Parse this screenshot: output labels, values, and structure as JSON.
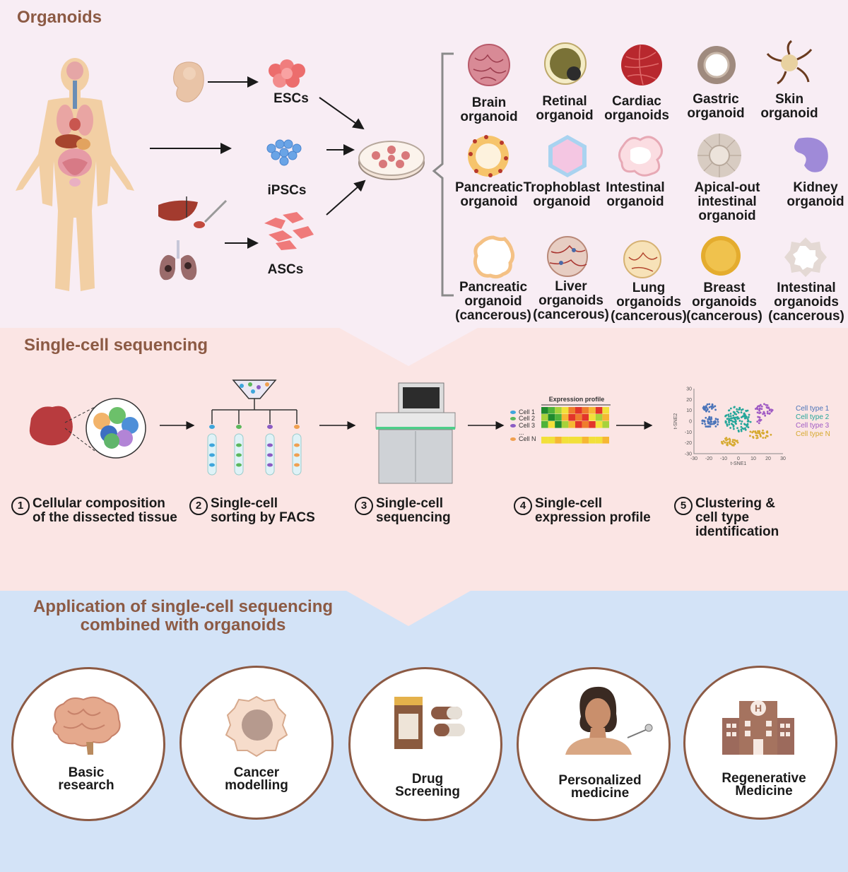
{
  "sections": {
    "organoids_title": "Organoids",
    "sequencing_title": "Single-cell sequencing",
    "application_title": "Application of single-cell sequencing combined with organoids"
  },
  "stem_cells": {
    "esc": "ESCs",
    "ipsc": "iPSCs",
    "asc": "ASCs"
  },
  "organoids": [
    {
      "line1": "Brain",
      "line2": "organoid",
      "line3": ""
    },
    {
      "line1": "Retinal",
      "line2": "organoid",
      "line3": ""
    },
    {
      "line1": "Cardiac",
      "line2": "organoids",
      "line3": ""
    },
    {
      "line1": "Gastric",
      "line2": "organoid",
      "line3": ""
    },
    {
      "line1": "Skin",
      "line2": "organoid",
      "line3": ""
    },
    {
      "line1": "Pancreatic",
      "line2": "organoid",
      "line3": ""
    },
    {
      "line1": "Trophoblast",
      "line2": "organoid",
      "line3": ""
    },
    {
      "line1": "Intestinal",
      "line2": "organoid",
      "line3": ""
    },
    {
      "line1": "Apical-out",
      "line2": "intestinal",
      "line3": "organoid"
    },
    {
      "line1": "Kidney",
      "line2": "organoid",
      "line3": ""
    },
    {
      "line1": "Pancreatic",
      "line2": "organoid",
      "line3": "(cancerous)"
    },
    {
      "line1": "Liver",
      "line2": "organoids",
      "line3": "(cancerous)"
    },
    {
      "line1": "Lung",
      "line2": "organoids",
      "line3": "(cancerous)"
    },
    {
      "line1": "Breast",
      "line2": "organoids",
      "line3": "(cancerous)"
    },
    {
      "line1": "Intestinal",
      "line2": "organoids",
      "line3": "(cancerous)"
    }
  ],
  "steps": [
    {
      "num": "1",
      "text": "Cellular composition\nof the dissected tissue"
    },
    {
      "num": "2",
      "text": "Single-cell\nsorting by FACS"
    },
    {
      "num": "3",
      "text": "Single-cell\nsequencing"
    },
    {
      "num": "4",
      "text": "Single-cell\nexpression profile"
    },
    {
      "num": "5",
      "text": "Clustering &\ncell type\nidentification"
    }
  ],
  "heatmap": {
    "title": "Expression profile",
    "rows": [
      "Cell 1",
      "Cell 2",
      "Cell 3",
      "...",
      "Cell N"
    ]
  },
  "tsne": {
    "xlabel": "t-SNE1",
    "ylabel": "t-SNE2",
    "xticks": [
      "-30",
      "-20",
      "-10",
      "0",
      "10",
      "20",
      "30"
    ],
    "yticks": [
      "30",
      "20",
      "10",
      "0",
      "-10",
      "-20",
      "-30"
    ],
    "legend": [
      {
        "name": "Cell type 1",
        "color": "#4b74b9"
      },
      {
        "name": "Cell type 2",
        "color": "#26a69a"
      },
      {
        "name": "Cell type 3",
        "color": "#a05bc4"
      },
      {
        "name": "Cell type N",
        "color": "#d6a92e"
      }
    ]
  },
  "applications": [
    {
      "line1": "Basic",
      "line2": "research",
      "icon": "brain-icon"
    },
    {
      "line1": "Cancer",
      "line2": "modelling",
      "icon": "cancer-cell-icon"
    },
    {
      "line1": "Drug",
      "line2": "Screening",
      "icon": "pill-bottle-icon"
    },
    {
      "line1": "Personalized",
      "line2": "medicine",
      "icon": "patient-icon"
    },
    {
      "line1": "Regenerative",
      "line2": "Medicine",
      "icon": "hospital-icon"
    }
  ],
  "colors": {
    "organoid_bg": "#f8edf4",
    "sequencing_bg": "#fbe5e4",
    "application_bg": "#d3e3f7",
    "title_brown": "#8c5a44"
  }
}
